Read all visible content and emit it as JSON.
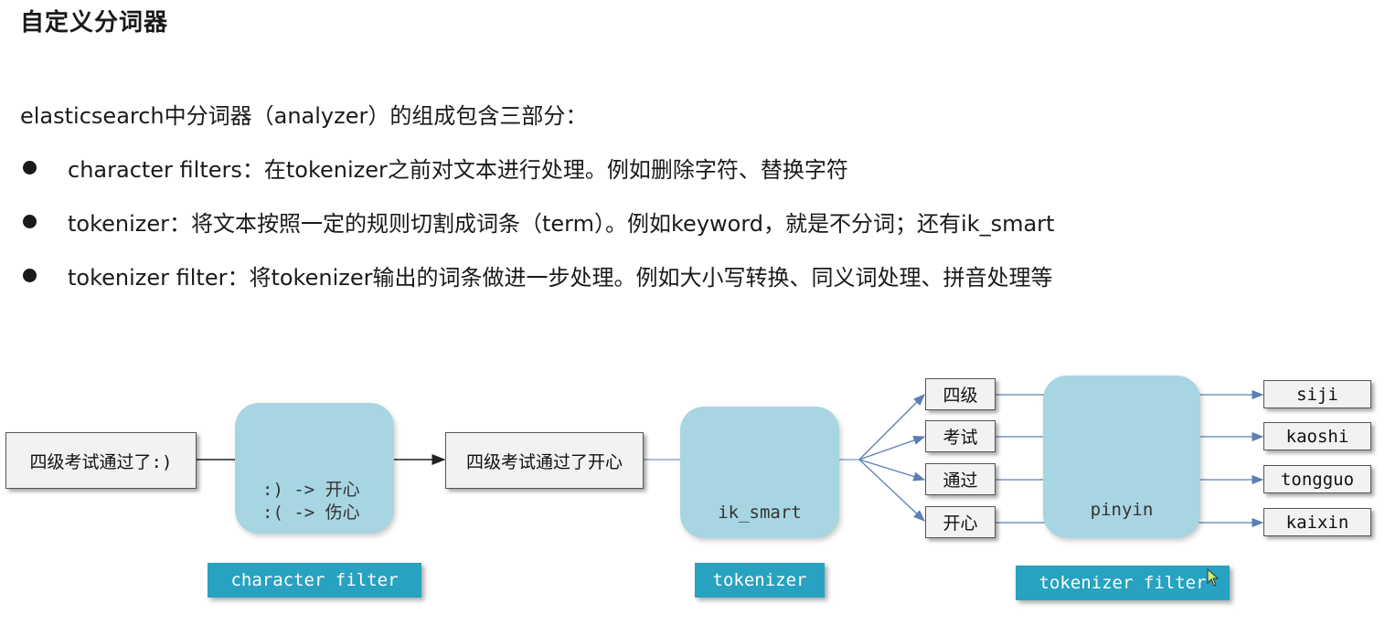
{
  "page": {
    "title": "自定义分词器",
    "intro": "elasticsearch中分词器（analyzer）的组成包含三部分：",
    "bullets": [
      "character filters：在tokenizer之前对文本进行处理。例如删除字符、替换字符",
      "tokenizer：将文本按照一定的规则切割成词条（term）。例如keyword，就是不分词；还有ik_smart",
      "tokenizer filter：将tokenizer输出的词条做进一步处理。例如大小写转换、同义词处理、拼音处理等"
    ]
  },
  "diagram": {
    "input": "四级考试通过了:)",
    "char_filter_rules": [
      ":) -> 开心",
      ":( -> 伤心"
    ],
    "after_char_filter": "四级考试通过了开心",
    "tokenizer_name": "ik_smart",
    "tokens": [
      "四级",
      "考试",
      "通过",
      "开心"
    ],
    "token_filter_name": "pinyin",
    "outputs": [
      "siji",
      "kaoshi",
      "tongguo",
      "kaixin"
    ],
    "stage_tags": [
      "character filter",
      "tokenizer",
      "tokenizer filter"
    ]
  },
  "colors": {
    "stage_fill": "#a8d5e2",
    "tag_fill": "#27a2c0",
    "arrow": "#5b7fb5"
  }
}
